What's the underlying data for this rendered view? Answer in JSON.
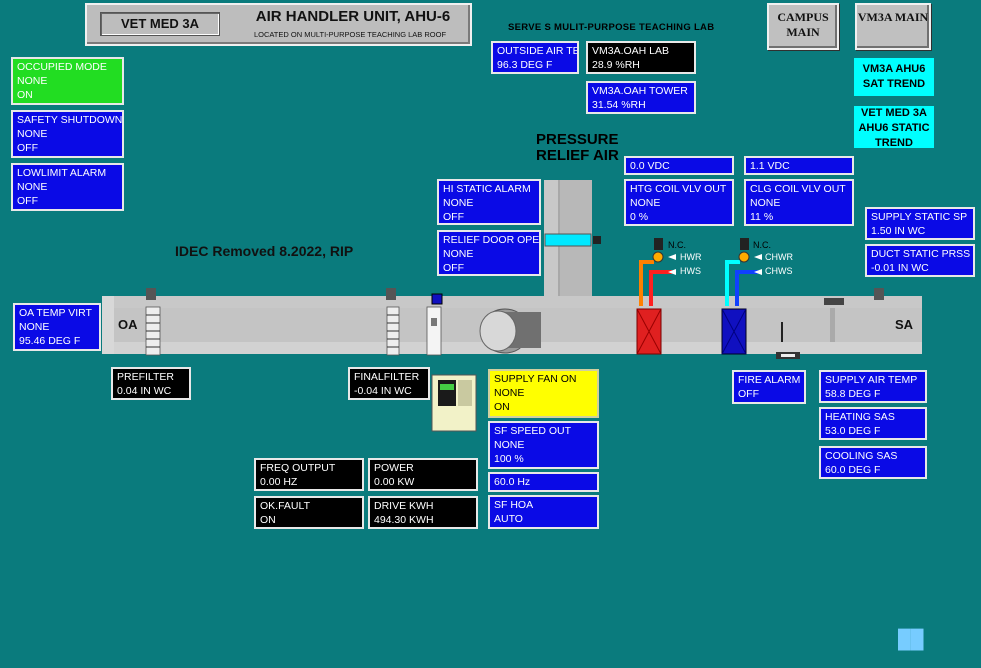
{
  "header": {
    "building": "VET MED 3A",
    "unit_title": "AIR HANDLER UNIT, AHU-6",
    "location": "LOCATED ON MULTI-PURPOSE TEACHING LAB ROOF",
    "serves": "SERVE S MULIT-PURPOSE TEACHING LAB"
  },
  "nav": {
    "campus_main": "CAMPUS MAIN",
    "vm3a_main": "VM3A MAIN",
    "sat_trend": "VM3A AHU6 SAT TREND",
    "static_trend": "VET MED 3A AHU6 STATIC TREND"
  },
  "outdoor": {
    "oa_temp_label": "OUTSIDE AIR TEI",
    "oa_temp_value": "96.3 DEG F",
    "oah_lab_label": "VM3A.OAH LAB",
    "oah_lab_value": "28.9 %RH",
    "oah_tower_label": "VM3A.OAH TOWER",
    "oah_tower_value": "31.54 %RH"
  },
  "left_status": {
    "occupied_label": "OCCUPIED MODE",
    "occupied_status": "NONE",
    "occupied_value": "ON",
    "safety_label": "SAFETY SHUTDOWN",
    "safety_status": "NONE",
    "safety_value": "OFF",
    "lowlimit_label": "LOWLIMIT ALARM",
    "lowlimit_status": "NONE",
    "lowlimit_value": "OFF"
  },
  "diagram": {
    "pressure_relief": "PRESSURE",
    "pressure_relief2": "RELIEF AIR",
    "idec_note": "IDEC Removed 8.2022, RIP",
    "oa": "OA",
    "sa": "SA",
    "nc1": "N.C.",
    "nc2": "N.C.",
    "hwr": "HWR",
    "hws": "HWS",
    "chwr": "CHWR",
    "chws": "CHWS"
  },
  "points": {
    "hi_static_label": "HI STATIC ALARM",
    "hi_static_status": "NONE",
    "hi_static_value": "OFF",
    "relief_label": "RELIEF DOOR OPEN",
    "relief_status": "NONE",
    "relief_value": "OFF",
    "htg_vdc": "0.0 VDC",
    "htg_label": "HTG COIL VLV OUT",
    "htg_status": "NONE",
    "htg_value": "0 %",
    "clg_vdc": "1.1 VDC",
    "clg_label": "CLG COIL VLV OUT",
    "clg_status": "NONE",
    "clg_value": "11 %",
    "supply_static_sp_label": "SUPPLY STATIC SP",
    "supply_static_sp_value": "1.50 IN WC",
    "duct_static_label": "DUCT STATIC PRSS",
    "duct_static_value": "-0.01 IN WC",
    "oa_temp_virt_label": "OA TEMP VIRT",
    "oa_temp_virt_status": "NONE",
    "oa_temp_virt_value": "95.46 DEG F",
    "prefilter_label": "PREFILTER",
    "prefilter_value": "0.04 IN WC",
    "finalfilter_label": "FINALFILTER",
    "finalfilter_value": "-0.04 IN WC",
    "sf_on_label": "SUPPLY FAN ON",
    "sf_on_status": "NONE",
    "sf_on_value": "ON",
    "sf_speed_label": "SF SPEED OUT",
    "sf_speed_status": "NONE",
    "sf_speed_value": "100 %",
    "sf_hz": "60.0 Hz",
    "sf_hoa_label": "SF HOA",
    "sf_hoa_value": "AUTO",
    "fire_label": "FIRE ALARM",
    "fire_value": "OFF",
    "sat_label": "SUPPLY AIR TEMP",
    "sat_value": "58.8 DEG F",
    "heating_sas_label": "HEATING SAS",
    "heating_sas_value": "53.0 DEG F",
    "cooling_sas_label": "COOLING SAS",
    "cooling_sas_value": "60.0 DEG F"
  },
  "vfd": {
    "freq_label": "FREQ OUTPUT",
    "freq_value": "0.00 HZ",
    "power_label": "POWER",
    "power_value": "0.00 KW",
    "okfault_label": "OK.FAULT",
    "okfault_value": "ON",
    "kwh_label": "DRIVE KWH",
    "kwh_value": "494.30 KWH"
  },
  "colors": {
    "background": "#0a7b7d",
    "point_blue": "#0a0ae6",
    "occupied_green": "#22dd22",
    "fan_yellow": "#ffff00",
    "trend_cyan": "#00ffff",
    "heating_red": "#e02020",
    "cooling_blue": "#1010c0"
  }
}
